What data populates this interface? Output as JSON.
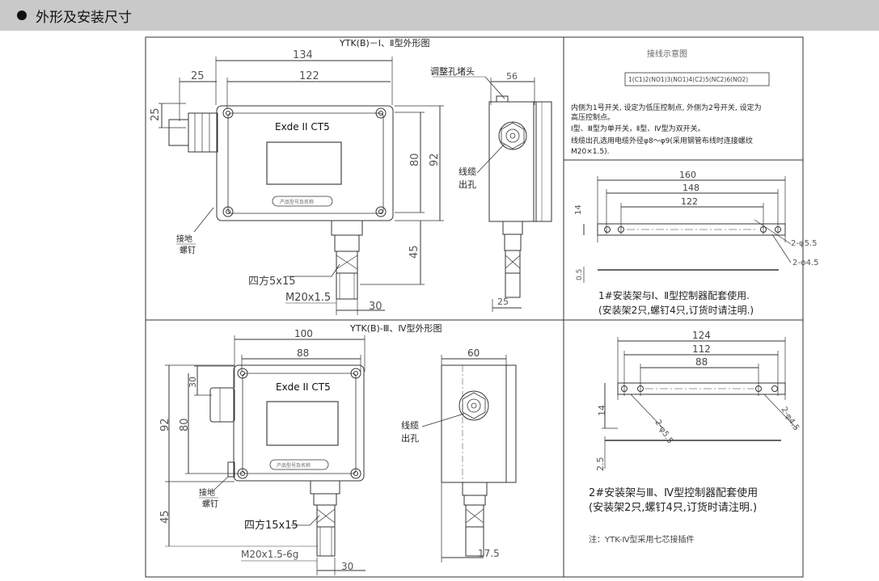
{
  "header": {
    "title": "外形及安装尺寸"
  },
  "top_left": {
    "title": "YTK(B)－Ⅰ、Ⅱ型外形图",
    "dim_134": "134",
    "dim_122": "122",
    "dim_25h": "25",
    "dim_25v": "25",
    "dim_80": "80",
    "dim_92": "92",
    "dim_45": "45",
    "dim_56": "56",
    "dim_30": "30",
    "dim_25b": "25",
    "label_tiaozheng": "调整孔堵头",
    "label_exde": "Exde II CT5",
    "label_jiedi": [
      "接地",
      "螺钉"
    ],
    "label_xianlan": [
      "线缆",
      "出孔"
    ],
    "label_sifang": "四方5x15",
    "label_m20": "M20x1.5",
    "nameplate": "产品型号及名称"
  },
  "top_right": {
    "title": "接线示意图",
    "terminals": "1(C1)2(NO1)3(NO1)4(C2)5(NC2)6(NO2)",
    "notes": [
      "内侧为1号开关, 设定为低压控制点, 外侧为2号开关, 设定为",
      "高压控制点。",
      "Ⅰ型、Ⅲ型为单开关，Ⅱ型、Ⅳ型为双开关。",
      "线缆出孔选用电缆外径φ8～φ9(采用钢管布线时连接螺纹",
      "M20×1.5)."
    ],
    "dim_160": "160",
    "dim_148": "148",
    "dim_122": "122",
    "dim_14": "14",
    "dim_05": "0.5",
    "hole_55": "2-φ5.5",
    "hole_45": "2-φ4.5",
    "caption": [
      "1#安装架与Ⅰ、Ⅱ型控制器配套使用.",
      "(安装架2只,螺钉4只,订货时请注明.)"
    ]
  },
  "bottom_left": {
    "title": "YTK(B)-Ⅲ、Ⅳ型外形图",
    "dim_100": "100",
    "dim_88": "88",
    "dim_30": "30",
    "dim_92": "92",
    "dim_80": "80",
    "dim_45": "45",
    "dim_60": "60",
    "dim_175": "17.5",
    "dim_30b": "30",
    "label_exde": "Exde II CT5",
    "label_jiedi": [
      "接地",
      "螺钉"
    ],
    "label_xianlan": [
      "线缆",
      "出孔"
    ],
    "label_sifang": "四方15x15",
    "label_m20": "M20x1.5-6g",
    "nameplate": "产品型号及名称"
  },
  "bottom_right": {
    "dim_124": "124",
    "dim_112": "112",
    "dim_88": "88",
    "dim_14": "14",
    "dim_25": "2.5",
    "hole_55": "2-φ5.5",
    "hole_45": "2-φ4.5",
    "caption": [
      "2#安装架与Ⅲ、Ⅳ型控制器配套使用",
      "(安装架2只,螺钉4只,订货时请注明.)"
    ],
    "note": "注：YTK-Ⅳ型采用七芯接插件"
  }
}
